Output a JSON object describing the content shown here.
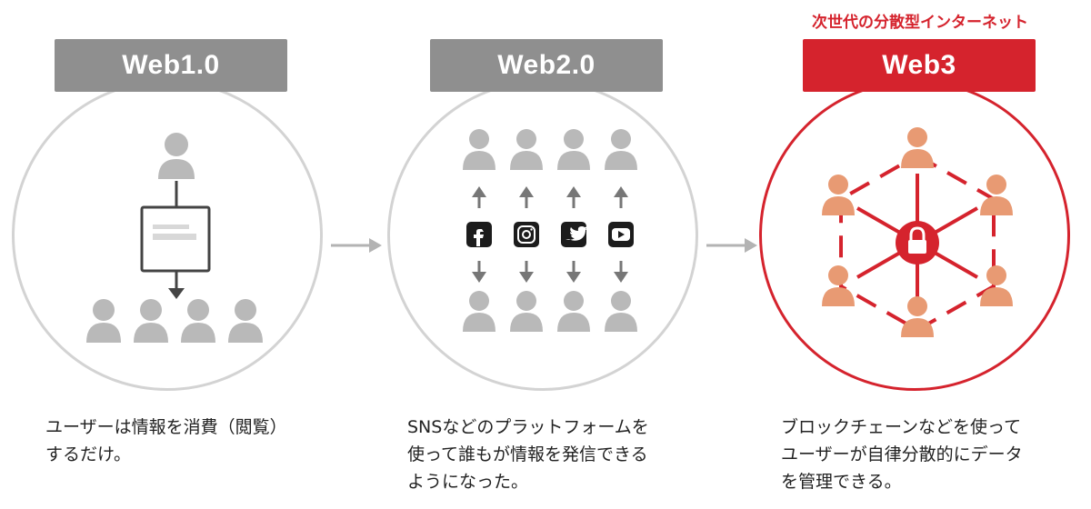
{
  "panels": [
    {
      "title": "Web1.0",
      "description": "ユーザーは情報を消費（閲覧）\nするだけ。"
    },
    {
      "title": "Web2.0",
      "description": "SNSなどのプラットフォームを\n使って誰もが情報を発信できる\nようになった。",
      "platform_icons": [
        "facebook-icon",
        "instagram-icon",
        "twitter-icon",
        "youtube-icon"
      ]
    },
    {
      "subtitle": "次世代の分散型インターネット",
      "title": "Web3",
      "description": "ブロックチェーンなどを使って\nユーザーが自律分散的にデータ\nを管理できる。"
    }
  ],
  "colors": {
    "gray_header": "#8f8f8f",
    "gray_icon": "#b9b9b9",
    "accent_red": "#d5232d",
    "peer_orange": "#e89a73"
  }
}
